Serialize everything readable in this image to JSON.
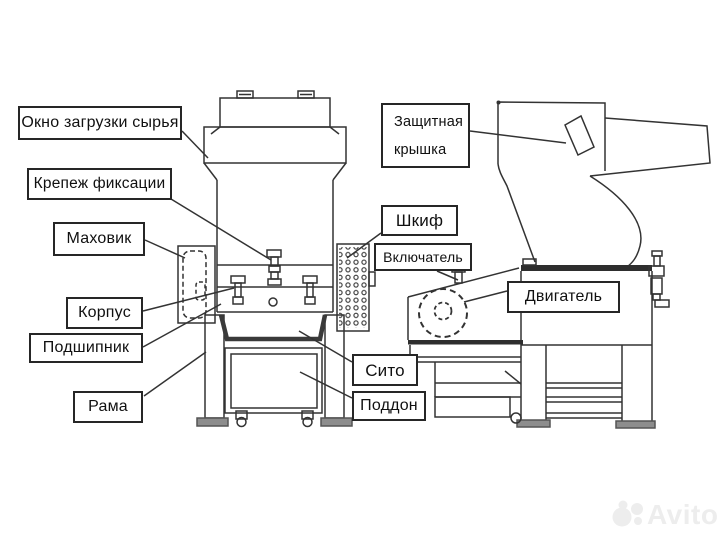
{
  "diagram": {
    "subject": "plastic-crusher-parts-diagram"
  },
  "labels": {
    "okno": {
      "text": "Окно загрузки сырья"
    },
    "krepezh": {
      "text": "Крепеж фиксации"
    },
    "makhovik": {
      "text": "Маховик"
    },
    "korpus": {
      "text": "Корпус"
    },
    "podshipnik": {
      "text": "Подшипник"
    },
    "rama": {
      "text": "Рама"
    },
    "zashchitnaya": {
      "line1": "Защитная",
      "line2": "крышка"
    },
    "shkif": {
      "text": "Шкиф"
    },
    "vklyuchatel": {
      "text": "Включатель"
    },
    "dvigatel": {
      "text": "Двигатель"
    },
    "sito": {
      "text": "Сито"
    },
    "poddon": {
      "text": "Поддон"
    }
  },
  "watermark": {
    "text": "Avito"
  },
  "colors": {
    "background": "#ffffff",
    "drawing_line": "#333333",
    "label_border": "#262626",
    "label_text": "#101010",
    "feet_fill": "#8d8d8d",
    "watermark": "#ededed"
  }
}
